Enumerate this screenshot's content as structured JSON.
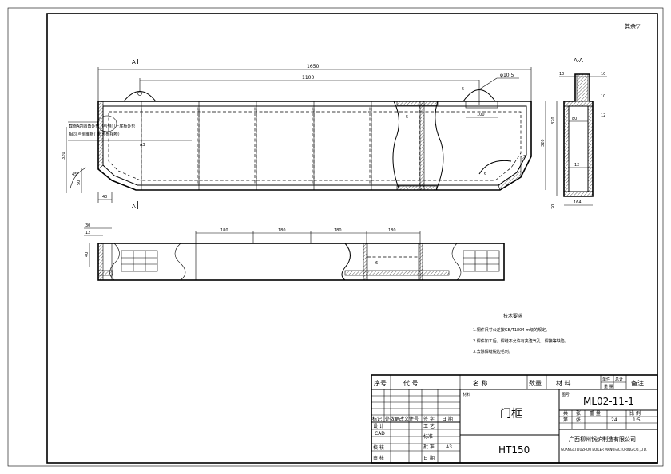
{
  "corner_note": "其余▽",
  "section_label": "A-A",
  "section_markers": {
    "top": "A",
    "bottom": "A"
  },
  "callout_note": {
    "line1": "截面A的圆角外形（与侧门上底板外形",
    "line2": "相同,与侧面板门框外形相吻）",
    "ref": "A3"
  },
  "front_dims": {
    "overall": "1650",
    "inner": "1100",
    "height_left": "320",
    "height_right": "320",
    "bottom_offset": "50",
    "bottom_width": "40",
    "angle": "45°",
    "hole": "φ10.5",
    "hole_spacing": "100",
    "weld_a": "5",
    "weld_b": "5",
    "weld_c": "6"
  },
  "section_dims": {
    "top_left": "10",
    "top_right": "10",
    "inner": "80",
    "height": "320",
    "flange": "12",
    "wall": "12",
    "bottom": "20",
    "width": "164",
    "side": "10"
  },
  "top_view_dims": {
    "a": "180",
    "b": "180",
    "c": "180",
    "d": "180",
    "left_1": "30",
    "left_2": "12",
    "left_3": "40",
    "weld": "6"
  },
  "tech_req": {
    "title": "技术要求",
    "items": [
      "1.钢件尺寸公差按GB/T1804-m级的规定。",
      "2.焊件加工后，焊缝不允许有夹渣气孔、焊接等缺陷。",
      "3.去除焊缝锐边毛刺。"
    ]
  },
  "title_block": {
    "parts_header": [
      "序号",
      "代    号",
      "名    称",
      "数量",
      "材    料",
      "单件",
      "总计",
      "重    量",
      "备注"
    ],
    "revision_header": [
      "标记",
      "处数",
      "更改文件号",
      "签 字",
      "日 期"
    ],
    "roles": [
      "设 计",
      "CAD",
      "校 核",
      "审 核"
    ],
    "roles_right": [
      "工 艺",
      "标准",
      "批 准",
      "日 期"
    ],
    "material_label": "材料",
    "drawing_no_label": "图号",
    "part_name": "门框",
    "drawing_no": "ML02-11-1",
    "material": "HT150",
    "sheet_size": "A3",
    "stage_headers": [
      "共",
      "张",
      "重 量",
      "比 例"
    ],
    "stage_values": [
      "第",
      "张",
      "24",
      "1:5"
    ],
    "company": "广西柳州锅炉制造有限公司",
    "company_en": "GUANGXI LIUZHOU BOILER MANUFACTURING CO.,LTD."
  }
}
